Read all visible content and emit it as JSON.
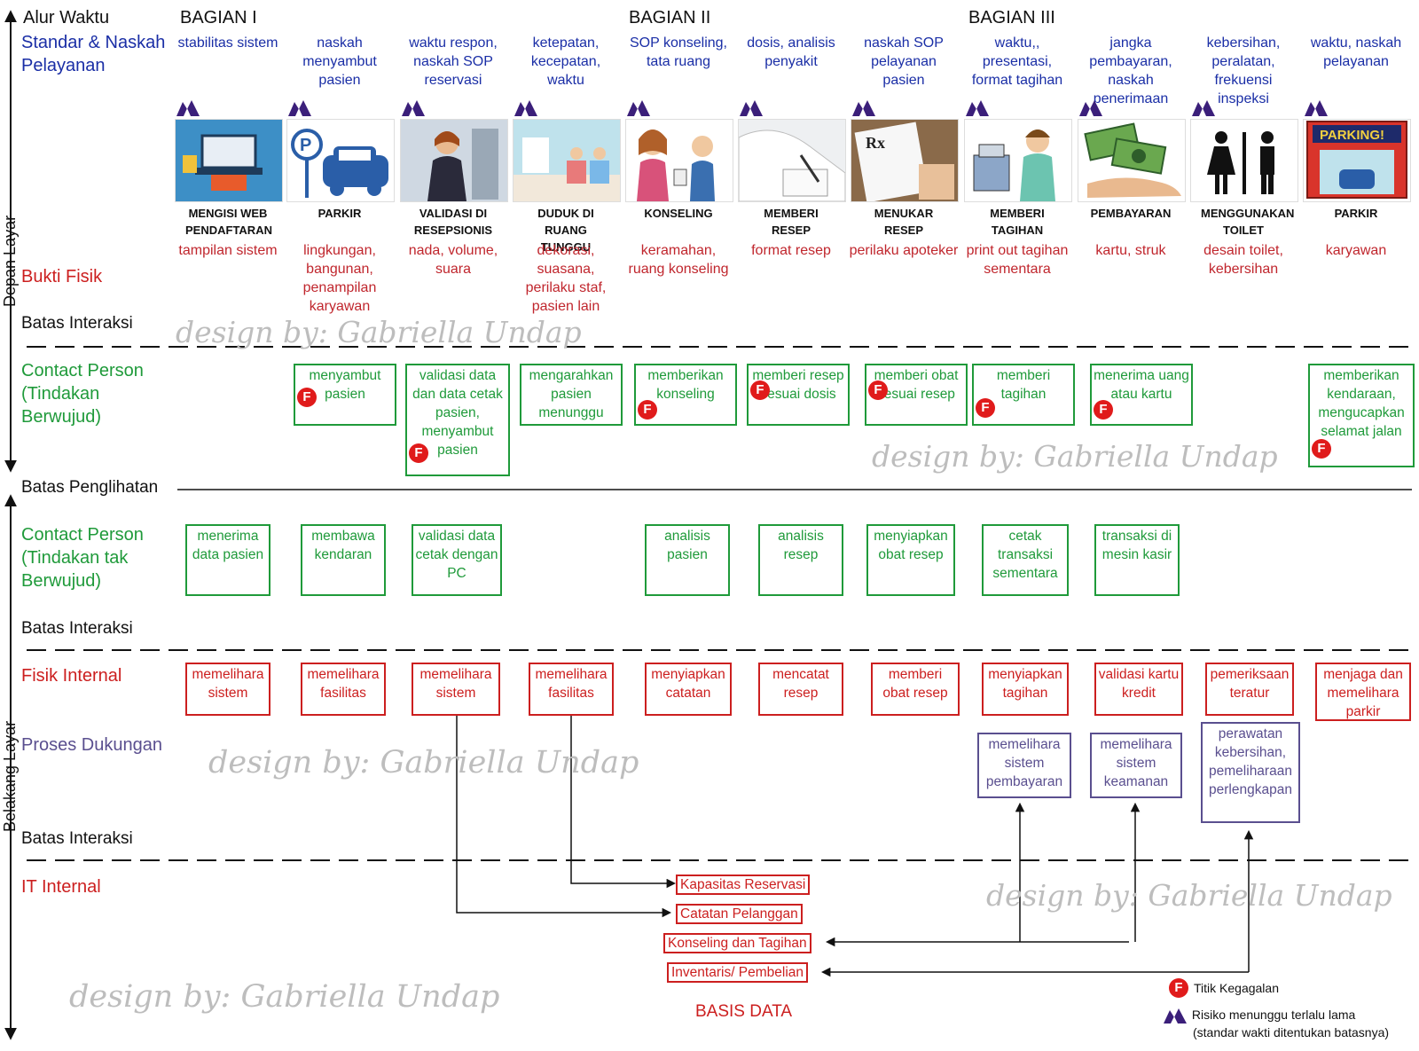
{
  "timeline_label": "Alur Waktu",
  "lanes": {
    "standar": "Standar & Naskah Pelayanan",
    "bukti": "Bukti Fisik",
    "batas_interaksi_1": "Batas Interaksi",
    "cp_berwujud": "Contact Person (Tindakan Berwujud)",
    "batas_penglihatan": "Batas Penglihatan",
    "cp_tak_berwujud": "Contact Person (Tindakan tak Berwujud)",
    "batas_interaksi_2": "Batas Interaksi",
    "fisik_internal": "Fisik Internal",
    "proses_dukungan": "Proses Dukungan",
    "batas_interaksi_3": "Batas Interaksi",
    "it_internal": "IT Internal"
  },
  "side": {
    "front": "Depan Layar",
    "back": "Belakang Layar"
  },
  "sections": [
    "BAGIAN I",
    "BAGIAN II",
    "BAGIAN III"
  ],
  "steps": [
    {
      "standard": "stabilitas sistem",
      "name": "MENGISI WEB PENDAFTARAN",
      "evidence": "tampilan sistem",
      "image": "web-registration-icon"
    },
    {
      "standard": "naskah menyambut pasien",
      "name": "PARKIR",
      "evidence": "lingkungan, bangunan, penampilan karyawan",
      "image": "parking-car-icon"
    },
    {
      "standard": "waktu respon, naskah SOP reservasi",
      "name": "VALIDASI DI RESEPSIONIS",
      "evidence": "nada, volume, suara",
      "image": "receptionist-icon"
    },
    {
      "standard": "ketepatan, kecepatan, waktu",
      "name": "DUDUK DI RUANG TUNGGU",
      "evidence": "dekorasi, suasana, perilaku staf, pasien lain",
      "image": "waiting-room-icon"
    },
    {
      "standard": "SOP konseling, tata ruang",
      "name": "KONSELING",
      "evidence": "keramahan, ruang konseling",
      "image": "counseling-icon"
    },
    {
      "standard": "dosis, analisis penyakit",
      "name": "MEMBERI RESEP",
      "evidence": "format resep",
      "image": "doctor-writing-icon"
    },
    {
      "standard": "naskah SOP pelayanan pasien",
      "name": "MENUKAR RESEP",
      "evidence": "perilaku apoteker",
      "image": "prescription-icon"
    },
    {
      "standard": "waktu,, presentasi, format tagihan",
      "name": "MEMBERI TAGIHAN",
      "evidence": "print out tagihan sementara",
      "image": "cashier-icon"
    },
    {
      "standard": "jangka pembayaran, naskah penerimaan",
      "name": "PEMBAYARAN",
      "evidence": "kartu, struk",
      "image": "money-hand-icon"
    },
    {
      "standard": "kebersihan, peralatan, frekuensi inspeksi",
      "name": "MENGGUNAKAN TOILET",
      "evidence": "desain toilet, kebersihan",
      "image": "toilet-icon"
    },
    {
      "standard": "waktu, naskah pelayanan",
      "name": "PARKIR",
      "evidence": "karyawan",
      "image": "parking-building-icon"
    }
  ],
  "onstage": [
    {
      "text": "menyambut pasien",
      "fail": true
    },
    {
      "text": "validasi data dan data cetak pasien, menyambut pasien",
      "fail": true
    },
    {
      "text": "mengarahkan pasien menunggu",
      "fail": false
    },
    {
      "text": "memberikan konseling",
      "fail": true
    },
    {
      "text": "memberi resep sesuai dosis",
      "fail": true
    },
    {
      "text": "memberi obat sesuai resep",
      "fail": true
    },
    {
      "text": "memberi tagihan",
      "fail": true
    },
    {
      "text": "menerima uang atau kartu",
      "fail": true
    },
    {
      "text": "memberikan kendaraan, mengucapkan selamat jalan",
      "fail": true
    }
  ],
  "backstage": [
    "menerima data pasien",
    "membawa kendaran",
    "validasi data cetak dengan PC",
    "analisis pasien",
    "analisis resep",
    "menyiapkan obat resep",
    "cetak transaksi sementara",
    "transaksi di mesin kasir"
  ],
  "physical_internal": [
    "memelihara sistem",
    "memelihara fasilitas",
    "memelihara sistem",
    "memelihara fasilitas",
    "menyiapkan catatan",
    "mencatat resep",
    "memberi obat resep",
    "menyiapkan tagihan",
    "validasi kartu kredit",
    "pemeriksaan teratur",
    "menjaga dan memelihara parkir"
  ],
  "support": [
    "memelihara sistem pembayaran",
    "memelihara sistem keamanan",
    "perawatan kebersihan, pemeliharaan perlengkapan"
  ],
  "databases": [
    "Kapasitas Reservasi",
    "Catatan Pelanggan",
    "Konseling dan Tagihan",
    "Inventaris/ Pembelian"
  ],
  "database_title": "BASIS DATA",
  "fail_glyph": "F",
  "legend": {
    "fail": "Titik Kegagalan",
    "wait": "Risiko menunggu terlalu lama",
    "wait_note": "(standar wakti ditentukan batasnya)"
  },
  "watermark": "design by: Gabriella Undap",
  "colors": {
    "standard": "#1a2ea6",
    "evidence": "#c0262d",
    "contact": "#1f9a3a",
    "internal": "#cc1f1f",
    "support": "#5a4f8f",
    "fail": "#e01b1b",
    "wait_icon": "#3b1f7a"
  }
}
